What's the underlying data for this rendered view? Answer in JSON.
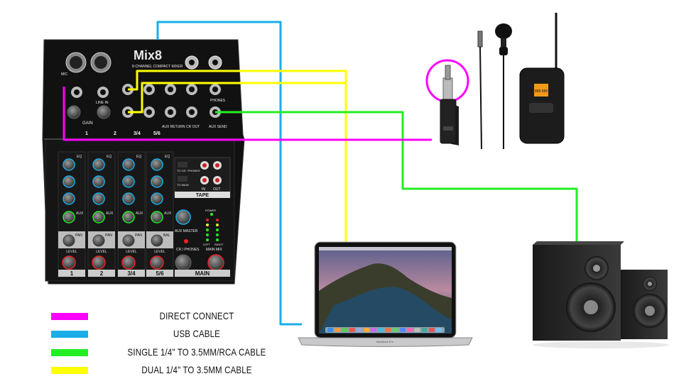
{
  "mixer": {
    "brand": "Mix8",
    "subtitle": "8-CHANNEL COMPACT MIXER",
    "channels": [
      "1",
      "2",
      "3/4",
      "5/6",
      "MAIN"
    ],
    "gain_label": "GAIN",
    "eq_label": "EQ",
    "aux_label": "AUX",
    "pan_label": "PAN",
    "bal_label": "BAL",
    "level_label": "LEVEL",
    "tape_label": "TAPE",
    "tape_in": "IN",
    "tape_out": "OUT",
    "aux_master": "AUX MASTER",
    "cr_phones": "CR / PHONES",
    "main_mix": "MAIN MIX",
    "power": "POWER",
    "left": "LEFT",
    "right": "RIGHT",
    "aux_return": "AUX RETURN",
    "cr_out": "CR OUT",
    "aux_send": "AUX SEND",
    "phones": "PHONES",
    "mic": "MIC",
    "line_in": "LINE IN",
    "to_cr_phones": "TO CR / PHONES",
    "to_main": "TO MAIN"
  },
  "legend": [
    {
      "color": "#ff00ff",
      "label": "DIRECT CONNECT"
    },
    {
      "color": "#1aaee8",
      "label": "USB CABLE"
    },
    {
      "color": "#22ee22",
      "label": "SINGLE 1/4\" TO 3.5MM/RCA CABLE"
    },
    {
      "color": "#ffff00",
      "label": "DUAL 1/4\" TO 3.5MM CABLE"
    }
  ],
  "receiver_display": "888.888",
  "laptop_label": "MacBook Pro",
  "colors": {
    "direct": "#ff00ff",
    "usb": "#1aaee8",
    "single": "#22ee22",
    "dual": "#ffff00"
  }
}
